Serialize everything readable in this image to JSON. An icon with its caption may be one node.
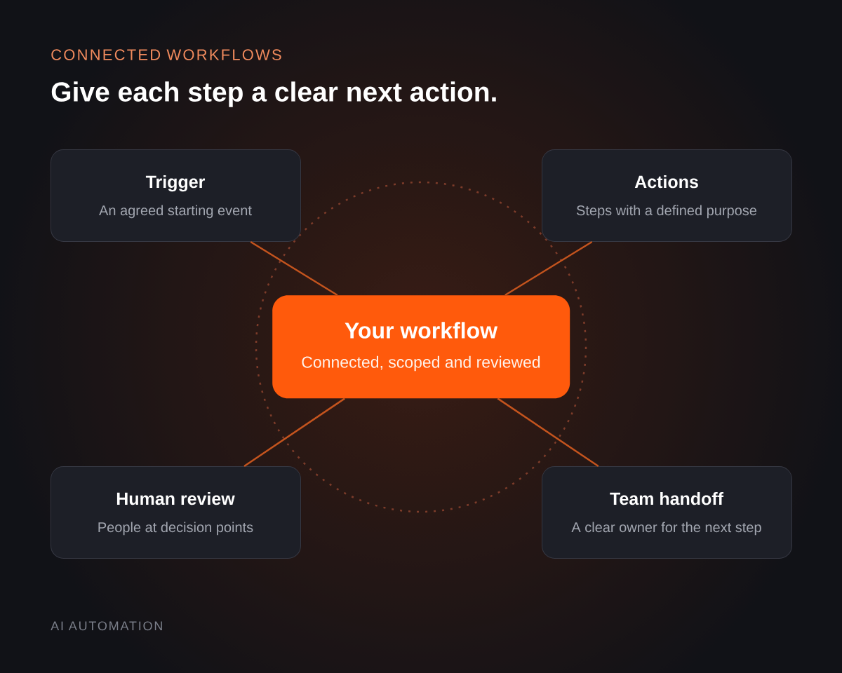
{
  "diagram": {
    "title": "Give each step a clear next action.",
    "nodes": [
      {
        "text": [
          "Trigger",
          "An agreed starting event"
        ]
      },
      {
        "text": [
          "Actions",
          "Steps with a defined purpose"
        ]
      },
      {
        "text": [
          "Your workflow",
          "Connected, scoped and reviewed"
        ]
      },
      {
        "text": [
          "Human review",
          "People at decision points"
        ]
      },
      {
        "text": [
          "Team handoff",
          "A clear owner for the next step"
        ]
      }
    ],
    "edges": [
      {
        "from": 2,
        "to": 0,
        "arrow": "none"
      },
      {
        "from": 2,
        "to": 1,
        "arrow": "none"
      },
      {
        "from": 2,
        "to": 3,
        "arrow": "none"
      },
      {
        "from": 2,
        "to": 4,
        "arrow": "none"
      }
    ],
    "labels": [
      "CONNECTED WORKFLOWS",
      "AI AUTOMATION"
    ]
  }
}
